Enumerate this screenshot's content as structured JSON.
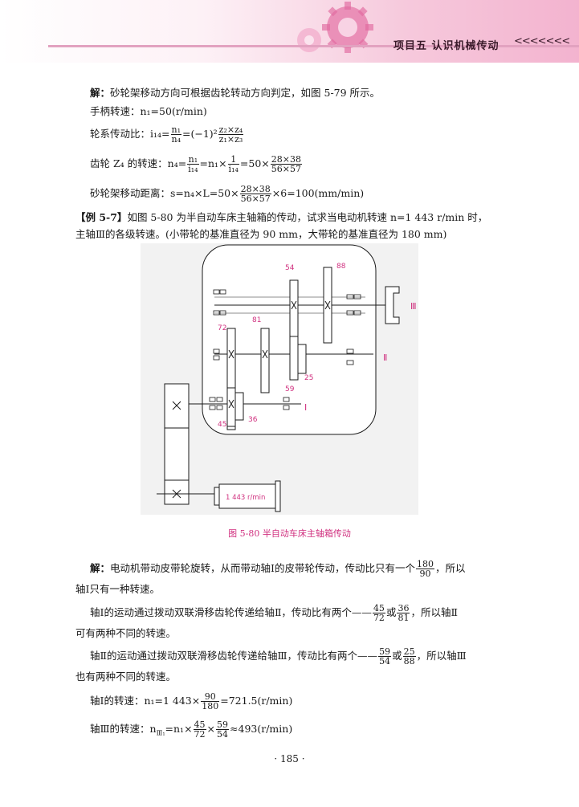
{
  "header": {
    "title": "项目五  认识机械传动",
    "arrows": "<<<<<<<"
  },
  "sol1": {
    "label": "解：",
    "text": "砂轮架移动方向可根据齿轮转动方向判定，如图 5-79 所示。",
    "handle": "手柄转速：n₁=50(r/min)",
    "ratio_label": "轮系传动比：i₁₄=",
    "ratio_f1_n": "n₁",
    "ratio_f1_d": "n₄",
    "ratio_mid": "=(−1)²",
    "ratio_f2_n": "z₂×z₄",
    "ratio_f2_d": "z₁×z₃",
    "gear_label": "齿轮 Z₄ 的转速：n₄=",
    "gear_f1_n": "n₁",
    "gear_f1_d": "i₁₄",
    "gear_mid": "=n₁×",
    "gear_f2_n": "1",
    "gear_f2_d": "i₁₄",
    "gear_mid2": "=50×",
    "gear_f3_n": "28×38",
    "gear_f3_d": "56×57",
    "move_label": "砂轮架移动距离：s=n₄×L=50×",
    "move_f_n": "28×38",
    "move_f_d": "56×57",
    "move_tail": "×6=100(mm/min)"
  },
  "example": {
    "tag": "【例 5-7】",
    "line1": "如图 5-80 为半自动车床主轴箱的传动，试求当电动机转速 n=1 443 r/min 时，",
    "line2": "主轴Ⅲ的各级转速。(小带轮的基准直径为 90 mm，大带轮的基准直径为 180 mm)"
  },
  "figure": {
    "caption": "图 5-80   半自动车床主轴箱传动",
    "labels": {
      "g54": "54",
      "g88": "88",
      "g72": "72",
      "g81": "81",
      "g25": "25",
      "g59": "59",
      "g45": "45",
      "g36": "36",
      "axis1": "Ⅰ",
      "axis2": "Ⅱ",
      "axis3": "Ⅲ",
      "motor": "1 443 r/min"
    }
  },
  "sol2": {
    "label": "解：",
    "p1a": "电动机带动皮带轮旋转，从而带动轴Ⅰ的皮带轮传动，传动比只有一个",
    "p1_n": "180",
    "p1_d": "90",
    "p1b": "，所以",
    "p1c": "轴Ⅰ只有一种转速。",
    "p2a": "轴Ⅰ的运动通过拨动双联滑移齿轮传递给轴Ⅱ，传动比有两个——",
    "p2_f1_n": "45",
    "p2_f1_d": "72",
    "p2_or": "或",
    "p2_f2_n": "36",
    "p2_f2_d": "81",
    "p2b": "，所以轴Ⅱ",
    "p2c": "可有两种不同的转速。",
    "p3a": "轴Ⅱ的运动通过拨动双联滑移齿轮传递给轴Ⅲ，传动比有两个——",
    "p3_f1_n": "59",
    "p3_f1_d": "54",
    "p3_or": "或",
    "p3_f2_n": "25",
    "p3_f2_d": "88",
    "p3b": "，所以轴Ⅲ",
    "p3c": "也有两种不同的转速。",
    "s1a": "轴Ⅰ的转速：n₁=1 443×",
    "s1_n": "90",
    "s1_d": "180",
    "s1b": "=721.5(r/min)",
    "s2a": "轴Ⅲ的转速：n",
    "s2_sub": "Ⅲ₁",
    "s2b": "=n₁×",
    "s2_f1_n": "45",
    "s2_f1_d": "72",
    "s2_x": "×",
    "s2_f2_n": "59",
    "s2_f2_d": "54",
    "s2c": "≈493(r/min)"
  },
  "page_number": "· 185 ·"
}
